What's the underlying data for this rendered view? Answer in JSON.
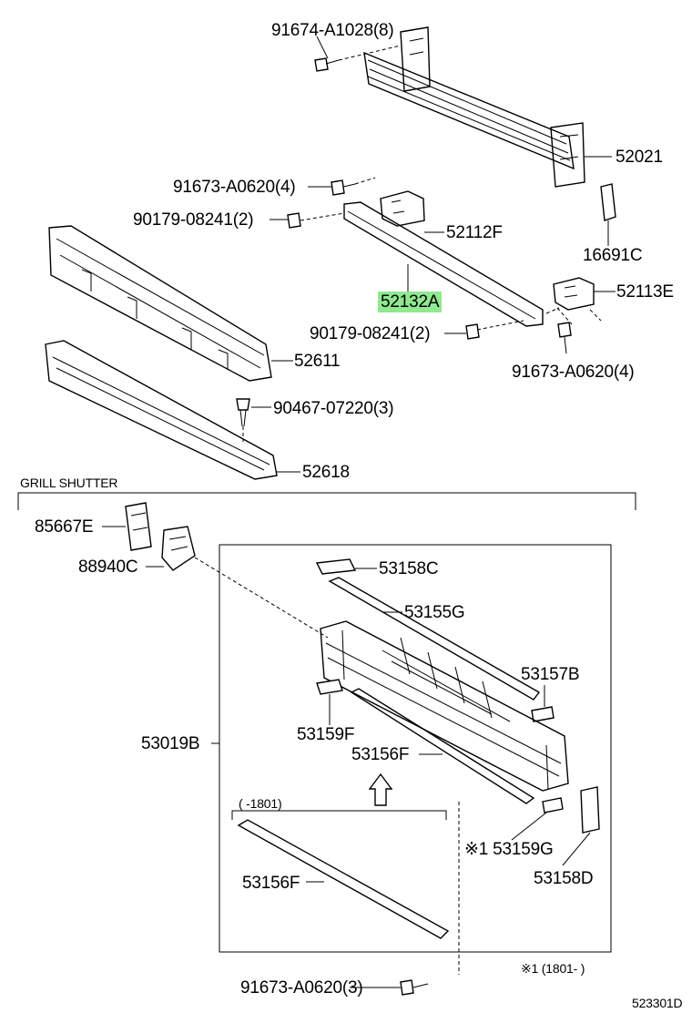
{
  "labels": {
    "p91674_a1028": "91674-A1028(8)",
    "p52021": "52021",
    "p91673_a0620_top": "91673-A0620(4)",
    "p90179_08241_left": "90179-08241(2)",
    "p52112f": "52112F",
    "p16691c": "16691C",
    "p52132a": "52132A",
    "p52113e": "52113E",
    "p90179_08241_right": "90179-08241(2)",
    "p91673_a0620_right": "91673-A0620(4)",
    "p52611": "52611",
    "p90467_07220": "90467-07220(3)",
    "p52618": "52618",
    "grill_shutter": "GRILL SHUTTER",
    "p85667e": "85667E",
    "p88940c": "88940C",
    "p53158c": "53158C",
    "p53155g": "53155G",
    "p53157b": "53157B",
    "p53019b": "53019B",
    "p53159f": "53159F",
    "p53156f_upper": "53156F",
    "p53156f_lower": "53156F",
    "date_range_upper": "(    -1801)",
    "p53159g": "※1 53159G",
    "p53158d": "53158D",
    "note_1": "※1 (1801-    )",
    "p91673_a0620_bottom": "91673-A0620(3)",
    "diagram_code": "523301D"
  },
  "highlight_color": "#90e890"
}
